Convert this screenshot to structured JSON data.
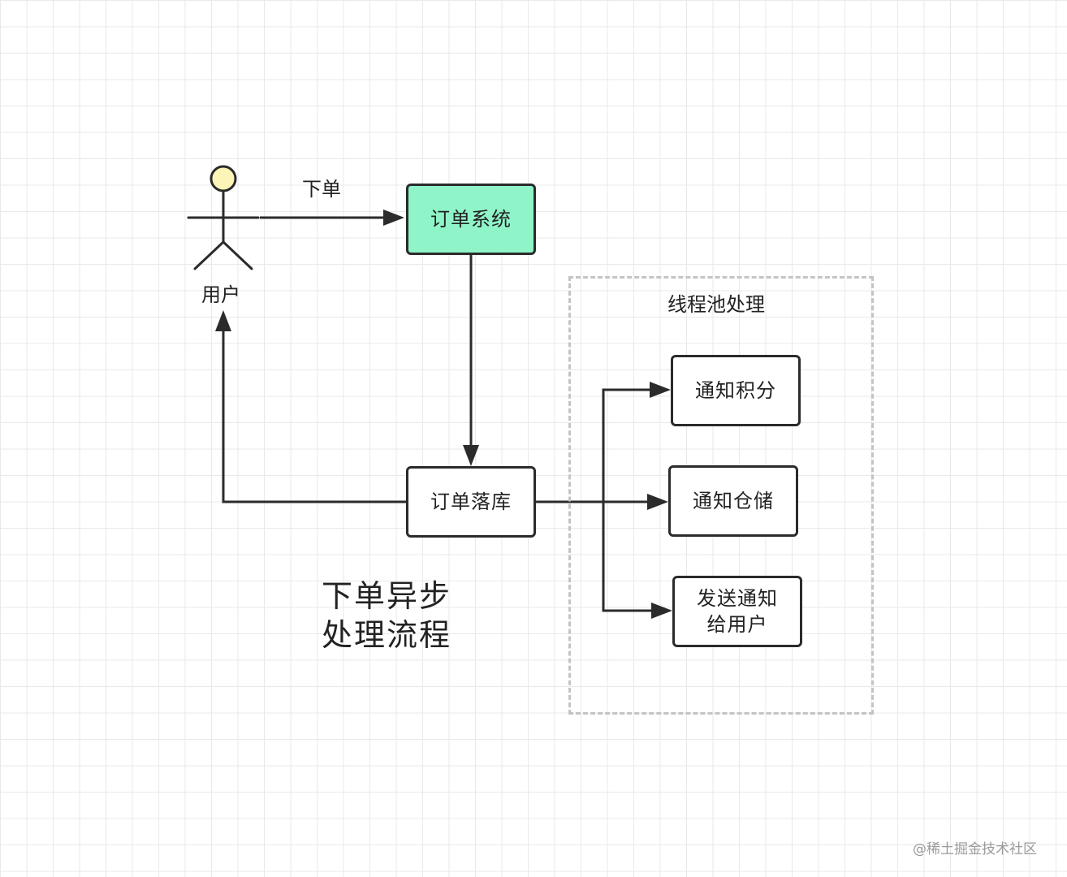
{
  "diagram": {
    "actor_label": "用户",
    "edge_order_label": "下单",
    "order_system": "订单系统",
    "order_persist": "订单落库",
    "thread_pool": {
      "title": "线程池处理",
      "tasks": [
        {
          "line1": "通知积分",
          "line2": ""
        },
        {
          "line1": "通知仓储",
          "line2": ""
        },
        {
          "line1": "发送通知",
          "line2": "给用户"
        }
      ]
    },
    "caption": {
      "line1": "下单异步",
      "line2": "处理流程"
    }
  },
  "colors": {
    "order_system_fill": "#8ff5c8",
    "actor_head_fill": "#fdf5b8",
    "stroke": "#2b2b2b",
    "group_border": "#c4c4c4"
  },
  "icons": {
    "actor": "stick-figure-icon"
  },
  "watermark": "@稀土掘金技术社区"
}
